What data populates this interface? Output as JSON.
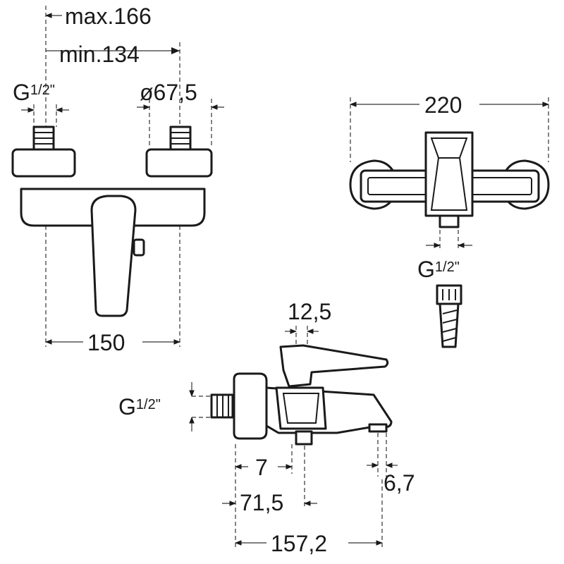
{
  "dimensions": {
    "max_166": "max.166",
    "min_134": "min.134",
    "g_half_front": "G",
    "g_half_front_frac": "1/2\"",
    "dia_67_5": "ø67,5",
    "width_150": "150",
    "width_220": "220",
    "g_half_top": "G",
    "g_half_top_frac": "1/2\"",
    "dim_12_5": "12,5",
    "g_half_side": "G",
    "g_half_side_frac": "1/2\"",
    "dim_7": "7",
    "dim_6_7": "6,7",
    "dim_71_5": "71,5",
    "dim_157_2": "157,2"
  }
}
